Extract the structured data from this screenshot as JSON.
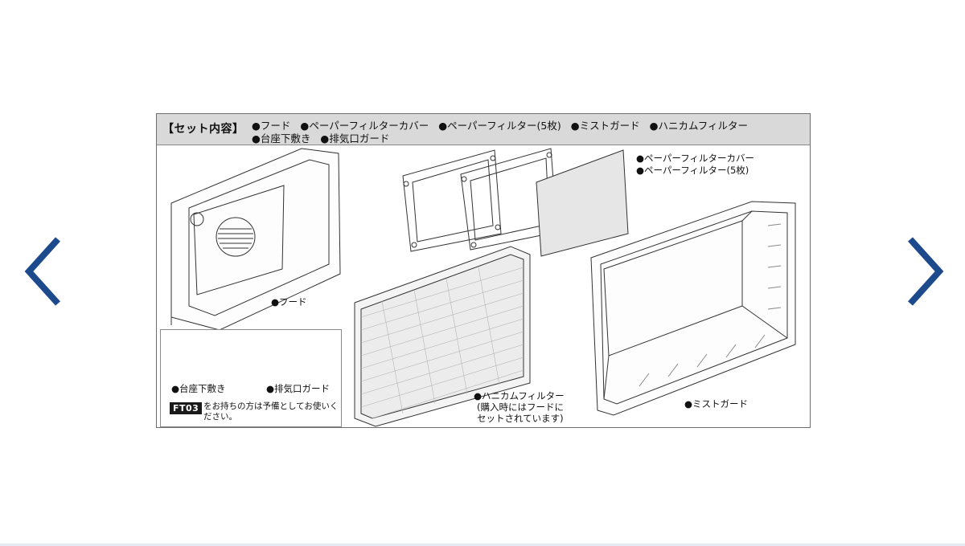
{
  "navigation": {
    "prev_icon": "chevron-left-icon",
    "next_icon": "chevron-right-icon",
    "arrow_color": "#1d4a8c"
  },
  "header": {
    "label": "【セット内容】",
    "line1": [
      "●フード",
      "●ペーパーフィルターカバー",
      "●ペーパーフィルター(5枚)",
      "●ミストガード",
      "●ハニカムフィルター"
    ],
    "line2": [
      "●台座下敷き",
      "●排気口ガード"
    ]
  },
  "parts": {
    "paper_cover_label_1": "●ペーパーフィルターカバー",
    "paper_cover_label_2": "●ペーパーフィルター(5枚)",
    "hood": "●フード",
    "base_mat": "●台座下敷き",
    "exhaust_guard": "●排気口ガード",
    "honeycomb_line1": "●ハニカムフィルター",
    "honeycomb_line2": "(購入時にはフードに",
    "honeycomb_line3": "セットされています)",
    "mist_guard": "●ミストガード"
  },
  "ft_note": {
    "badge": "FT03",
    "text": "をお持ちの方は予備としてお使いください。"
  }
}
